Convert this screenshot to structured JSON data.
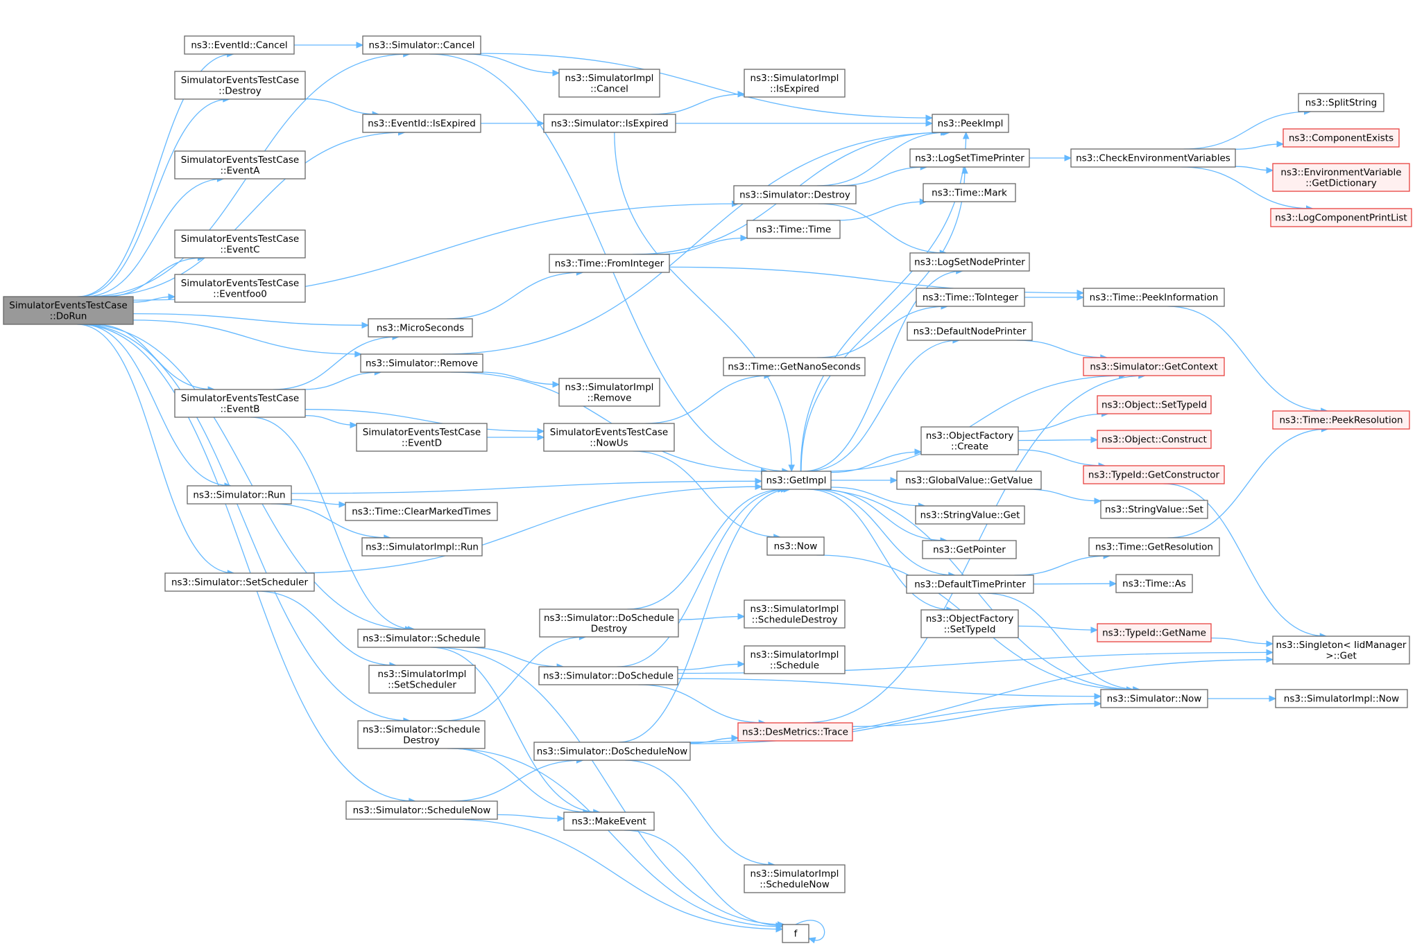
{
  "colors": {
    "edge": "#63b8ff",
    "node_border": "#666666",
    "root_fill": "#999999",
    "red_border": "#e8413f",
    "red_fill": "#fff0f0"
  },
  "nodes": [
    {
      "id": "dorun",
      "lines": [
        "SimulatorEventsTestCase",
        "::DoRun"
      ],
      "style": "root"
    },
    {
      "id": "eventidcancel",
      "lines": [
        "ns3::EventId::Cancel"
      ]
    },
    {
      "id": "destroytc",
      "lines": [
        "SimulatorEventsTestCase",
        "::Destroy"
      ]
    },
    {
      "id": "eventa",
      "lines": [
        "SimulatorEventsTestCase",
        "::EventA"
      ]
    },
    {
      "id": "eventc",
      "lines": [
        "SimulatorEventsTestCase",
        "::EventC"
      ]
    },
    {
      "id": "eventfoo0",
      "lines": [
        "SimulatorEventsTestCase",
        "::Eventfoo0"
      ]
    },
    {
      "id": "eventb",
      "lines": [
        "SimulatorEventsTestCase",
        "::EventB"
      ]
    },
    {
      "id": "simrun",
      "lines": [
        "ns3::Simulator::Run"
      ]
    },
    {
      "id": "setscheduler",
      "lines": [
        "ns3::Simulator::SetScheduler"
      ]
    },
    {
      "id": "schedule",
      "lines": [
        "ns3::Simulator::Schedule"
      ]
    },
    {
      "id": "scheduledestroy",
      "lines": [
        "ns3::Simulator::Schedule",
        "Destroy"
      ]
    },
    {
      "id": "schedulenow",
      "lines": [
        "ns3::Simulator::ScheduleNow"
      ]
    },
    {
      "id": "simcancel",
      "lines": [
        "ns3::Simulator::Cancel"
      ]
    },
    {
      "id": "eventidisexpired",
      "lines": [
        "ns3::EventId::IsExpired"
      ]
    },
    {
      "id": "microseconds",
      "lines": [
        "ns3::MicroSeconds"
      ]
    },
    {
      "id": "simremove",
      "lines": [
        "ns3::Simulator::Remove"
      ]
    },
    {
      "id": "eventd",
      "lines": [
        "SimulatorEventsTestCase",
        "::EventD"
      ]
    },
    {
      "id": "cleartimes",
      "lines": [
        "ns3::Time::ClearMarkedTimes"
      ]
    },
    {
      "id": "implrun",
      "lines": [
        "ns3::SimulatorImpl::Run"
      ]
    },
    {
      "id": "implsetscheduler",
      "lines": [
        "ns3::SimulatorImpl",
        "::SetScheduler"
      ]
    },
    {
      "id": "makeevent",
      "lines": [
        "ns3::MakeEvent"
      ]
    },
    {
      "id": "implcancel",
      "lines": [
        "ns3::SimulatorImpl",
        "::Cancel"
      ]
    },
    {
      "id": "simisexpired",
      "lines": [
        "ns3::Simulator::IsExpired"
      ]
    },
    {
      "id": "fromint",
      "lines": [
        "ns3::Time::FromInteger"
      ]
    },
    {
      "id": "implremove",
      "lines": [
        "ns3::SimulatorImpl",
        "::Remove"
      ]
    },
    {
      "id": "nowus",
      "lines": [
        "SimulatorEventsTestCase",
        "::NowUs"
      ]
    },
    {
      "id": "doscheduledestroy",
      "lines": [
        "ns3::Simulator::DoSchedule",
        "Destroy"
      ]
    },
    {
      "id": "doschedule",
      "lines": [
        "ns3::Simulator::DoSchedule"
      ]
    },
    {
      "id": "doschedulenow",
      "lines": [
        "ns3::Simulator::DoScheduleNow"
      ]
    },
    {
      "id": "implisexpired",
      "lines": [
        "ns3::SimulatorImpl",
        "::IsExpired"
      ]
    },
    {
      "id": "simdestroy",
      "lines": [
        "ns3::Simulator::Destroy"
      ]
    },
    {
      "id": "timetime",
      "lines": [
        "ns3::Time::Time"
      ]
    },
    {
      "id": "getnanosec",
      "lines": [
        "ns3::Time::GetNanoSeconds"
      ]
    },
    {
      "id": "getimpl",
      "lines": [
        "ns3::GetImpl"
      ]
    },
    {
      "id": "now",
      "lines": [
        "ns3::Now"
      ]
    },
    {
      "id": "implscheddestroy",
      "lines": [
        "ns3::SimulatorImpl",
        "::ScheduleDestroy"
      ]
    },
    {
      "id": "implschedule",
      "lines": [
        "ns3::SimulatorImpl",
        "::Schedule"
      ]
    },
    {
      "id": "destrace",
      "lines": [
        "ns3::DesMetrics::Trace"
      ],
      "style": "red"
    },
    {
      "id": "implschednow",
      "lines": [
        "ns3::SimulatorImpl",
        "::ScheduleNow"
      ]
    },
    {
      "id": "f",
      "lines": [
        "f"
      ]
    },
    {
      "id": "peekimpl",
      "lines": [
        "ns3::PeekImpl"
      ]
    },
    {
      "id": "logsettime",
      "lines": [
        "ns3::LogSetTimePrinter"
      ]
    },
    {
      "id": "timemark",
      "lines": [
        "ns3::Time::Mark"
      ]
    },
    {
      "id": "logsetnode",
      "lines": [
        "ns3::LogSetNodePrinter"
      ]
    },
    {
      "id": "tointeger",
      "lines": [
        "ns3::Time::ToInteger"
      ]
    },
    {
      "id": "defnodeprinter",
      "lines": [
        "ns3::DefaultNodePrinter"
      ]
    },
    {
      "id": "ofcreate",
      "lines": [
        "ns3::ObjectFactory",
        "::Create"
      ]
    },
    {
      "id": "gvgetvalue",
      "lines": [
        "ns3::GlobalValue::GetValue"
      ]
    },
    {
      "id": "svget",
      "lines": [
        "ns3::StringValue::Get"
      ]
    },
    {
      "id": "getpointer",
      "lines": [
        "ns3::GetPointer"
      ]
    },
    {
      "id": "deftimeprinter",
      "lines": [
        "ns3::DefaultTimePrinter"
      ]
    },
    {
      "id": "ofsettypeid",
      "lines": [
        "ns3::ObjectFactory",
        "::SetTypeId"
      ]
    },
    {
      "id": "checkenv",
      "lines": [
        "ns3::CheckEnvironmentVariables"
      ]
    },
    {
      "id": "peekinfo",
      "lines": [
        "ns3::Time::PeekInformation"
      ]
    },
    {
      "id": "getcontext",
      "lines": [
        "ns3::Simulator::GetContext"
      ],
      "style": "red"
    },
    {
      "id": "objsettypeid",
      "lines": [
        "ns3::Object::SetTypeId"
      ],
      "style": "red"
    },
    {
      "id": "objconstruct",
      "lines": [
        "ns3::Object::Construct"
      ],
      "style": "red"
    },
    {
      "id": "getconstructor",
      "lines": [
        "ns3::TypeId::GetConstructor"
      ],
      "style": "red"
    },
    {
      "id": "svset",
      "lines": [
        "ns3::StringValue::Set"
      ]
    },
    {
      "id": "getresolution",
      "lines": [
        "ns3::Time::GetResolution"
      ]
    },
    {
      "id": "timeas",
      "lines": [
        "ns3::Time::As"
      ]
    },
    {
      "id": "getname",
      "lines": [
        "ns3::TypeId::GetName"
      ],
      "style": "red"
    },
    {
      "id": "simnow",
      "lines": [
        "ns3::Simulator::Now"
      ]
    },
    {
      "id": "splitstring",
      "lines": [
        "ns3::SplitString"
      ]
    },
    {
      "id": "compexists",
      "lines": [
        "ns3::ComponentExists"
      ],
      "style": "red"
    },
    {
      "id": "envdict",
      "lines": [
        "ns3::EnvironmentVariable",
        "::GetDictionary"
      ],
      "style": "red"
    },
    {
      "id": "logcomplist",
      "lines": [
        "ns3::LogComponentPrintList"
      ],
      "style": "red"
    },
    {
      "id": "peekres",
      "lines": [
        "ns3::Time::PeekResolution"
      ],
      "style": "red"
    },
    {
      "id": "singleton",
      "lines": [
        "ns3::Singleton< IidManager",
        ">::Get"
      ]
    },
    {
      "id": "implnow",
      "lines": [
        "ns3::SimulatorImpl::Now"
      ]
    }
  ],
  "edges": [
    [
      "dorun",
      "simcancel"
    ],
    [
      "dorun",
      "eventidcancel"
    ],
    [
      "dorun",
      "destroytc"
    ],
    [
      "dorun",
      "eventidisexpired"
    ],
    [
      "dorun",
      "eventa"
    ],
    [
      "dorun",
      "simdestroy"
    ],
    [
      "dorun",
      "eventc"
    ],
    [
      "dorun",
      "eventfoo0"
    ],
    [
      "dorun",
      "microseconds"
    ],
    [
      "dorun",
      "simremove"
    ],
    [
      "dorun",
      "eventb"
    ],
    [
      "dorun",
      "simrun"
    ],
    [
      "dorun",
      "schedule"
    ],
    [
      "dorun",
      "setscheduler"
    ],
    [
      "dorun",
      "scheduledestroy"
    ],
    [
      "dorun",
      "schedulenow"
    ],
    [
      "eventidcancel",
      "simcancel"
    ],
    [
      "destroytc",
      "eventidisexpired"
    ],
    [
      "eventidisexpired",
      "simisexpired"
    ],
    [
      "simcancel",
      "peekimpl"
    ],
    [
      "simcancel",
      "implcancel"
    ],
    [
      "simcancel",
      "getimpl"
    ],
    [
      "simisexpired",
      "implisexpired"
    ],
    [
      "simisexpired",
      "peekimpl"
    ],
    [
      "simisexpired",
      "getimpl"
    ],
    [
      "eventb",
      "microseconds"
    ],
    [
      "eventb",
      "simremove"
    ],
    [
      "eventb",
      "nowus"
    ],
    [
      "eventb",
      "eventd"
    ],
    [
      "eventb",
      "schedule"
    ],
    [
      "microseconds",
      "fromint"
    ],
    [
      "simremove",
      "peekimpl"
    ],
    [
      "simremove",
      "implremove"
    ],
    [
      "simremove",
      "getimpl"
    ],
    [
      "eventd",
      "nowus"
    ],
    [
      "nowus",
      "getnanosec"
    ],
    [
      "nowus",
      "now"
    ],
    [
      "simrun",
      "getimpl"
    ],
    [
      "simrun",
      "cleartimes"
    ],
    [
      "simrun",
      "implrun"
    ],
    [
      "setscheduler",
      "getimpl"
    ],
    [
      "setscheduler",
      "implsetscheduler"
    ],
    [
      "schedule",
      "doschedule"
    ],
    [
      "schedule",
      "makeevent"
    ],
    [
      "schedule",
      "f"
    ],
    [
      "scheduledestroy",
      "doscheduledestroy"
    ],
    [
      "scheduledestroy",
      "makeevent"
    ],
    [
      "scheduledestroy",
      "f"
    ],
    [
      "schedulenow",
      "doschedulenow"
    ],
    [
      "schedulenow",
      "makeevent"
    ],
    [
      "schedulenow",
      "f"
    ],
    [
      "makeevent",
      "f"
    ],
    [
      "f",
      "f"
    ],
    [
      "doscheduledestroy",
      "getimpl"
    ],
    [
      "doscheduledestroy",
      "implscheddestroy"
    ],
    [
      "doschedule",
      "getimpl"
    ],
    [
      "doschedule",
      "implschedule"
    ],
    [
      "doschedule",
      "destrace"
    ],
    [
      "doschedule",
      "simnow"
    ],
    [
      "doschedule",
      "singleton"
    ],
    [
      "doschedulenow",
      "getimpl"
    ],
    [
      "doschedulenow",
      "destrace"
    ],
    [
      "doschedulenow",
      "simnow"
    ],
    [
      "doschedulenow",
      "implschednow"
    ],
    [
      "doschedulenow",
      "singleton"
    ],
    [
      "fromint",
      "timetime"
    ],
    [
      "fromint",
      "peekinfo"
    ],
    [
      "fromint",
      "peekimpl"
    ],
    [
      "timetime",
      "timemark"
    ],
    [
      "simdestroy",
      "peekimpl"
    ],
    [
      "simdestroy",
      "logsettime"
    ],
    [
      "simdestroy",
      "logsetnode"
    ],
    [
      "getnanosec",
      "tointeger"
    ],
    [
      "now",
      "simnow"
    ],
    [
      "destrace",
      "simnow"
    ],
    [
      "destrace",
      "getcontext"
    ],
    [
      "getimpl",
      "peekimpl"
    ],
    [
      "getimpl",
      "logsettime"
    ],
    [
      "getimpl",
      "logsetnode"
    ],
    [
      "getimpl",
      "defnodeprinter"
    ],
    [
      "getimpl",
      "getcontext"
    ],
    [
      "getimpl",
      "ofcreate"
    ],
    [
      "getimpl",
      "gvgetvalue"
    ],
    [
      "getimpl",
      "svget"
    ],
    [
      "getimpl",
      "getpointer"
    ],
    [
      "getimpl",
      "deftimeprinter"
    ],
    [
      "getimpl",
      "ofsettypeid"
    ],
    [
      "getimpl",
      "simnow"
    ],
    [
      "logsettime",
      "checkenv"
    ],
    [
      "tointeger",
      "peekinfo"
    ],
    [
      "defnodeprinter",
      "getcontext"
    ],
    [
      "ofcreate",
      "objsettypeid"
    ],
    [
      "ofcreate",
      "objconstruct"
    ],
    [
      "ofcreate",
      "getconstructor"
    ],
    [
      "gvgetvalue",
      "svset"
    ],
    [
      "deftimeprinter",
      "getresolution"
    ],
    [
      "deftimeprinter",
      "timeas"
    ],
    [
      "deftimeprinter",
      "simnow"
    ],
    [
      "ofsettypeid",
      "getname"
    ],
    [
      "checkenv",
      "splitstring"
    ],
    [
      "checkenv",
      "compexists"
    ],
    [
      "checkenv",
      "envdict"
    ],
    [
      "checkenv",
      "logcomplist"
    ],
    [
      "peekinfo",
      "peekres"
    ],
    [
      "getresolution",
      "peekres"
    ],
    [
      "getconstructor",
      "singleton"
    ],
    [
      "getname",
      "singleton"
    ],
    [
      "simnow",
      "implnow"
    ]
  ]
}
